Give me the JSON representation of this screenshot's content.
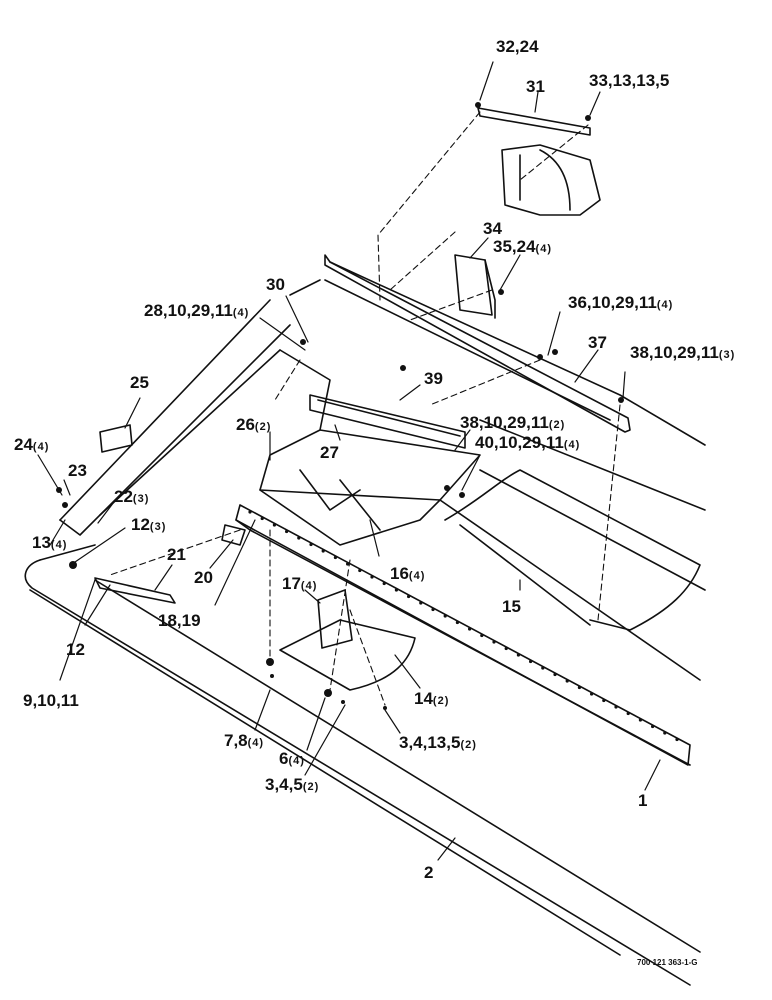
{
  "callouts": [
    {
      "id": "c-32-24",
      "text": "32,24",
      "qty": ""
    },
    {
      "id": "c-31",
      "text": "31",
      "qty": ""
    },
    {
      "id": "c-33-13-13-5",
      "text": "33,13,13,5",
      "qty": ""
    },
    {
      "id": "c-34",
      "text": "34",
      "qty": ""
    },
    {
      "id": "c-35-24",
      "text": "35,24",
      "qty": "(4)"
    },
    {
      "id": "c-30",
      "text": "30",
      "qty": ""
    },
    {
      "id": "c-28-10-29-11",
      "text": "28,10,29,11",
      "qty": "(4)"
    },
    {
      "id": "c-36-10-29-11",
      "text": "36,10,29,11",
      "qty": "(4)"
    },
    {
      "id": "c-37",
      "text": "37",
      "qty": ""
    },
    {
      "id": "c-38-10-29-11-a",
      "text": "38,10,29,11",
      "qty": "(3)"
    },
    {
      "id": "c-25",
      "text": "25",
      "qty": ""
    },
    {
      "id": "c-39",
      "text": "39",
      "qty": ""
    },
    {
      "id": "c-26",
      "text": "26",
      "qty": "(2)"
    },
    {
      "id": "c-38-10-29-11-b",
      "text": "38,10,29,11",
      "qty": "(2)"
    },
    {
      "id": "c-24",
      "text": "24",
      "qty": "(4)"
    },
    {
      "id": "c-27",
      "text": "27",
      "qty": ""
    },
    {
      "id": "c-40-10-29-11",
      "text": "40,10,29,11",
      "qty": "(4)"
    },
    {
      "id": "c-23",
      "text": "23",
      "qty": ""
    },
    {
      "id": "c-22",
      "text": "22",
      "qty": "(3)"
    },
    {
      "id": "c-12a",
      "text": "12",
      "qty": "(3)"
    },
    {
      "id": "c-13",
      "text": "13",
      "qty": "(4)"
    },
    {
      "id": "c-21",
      "text": "21",
      "qty": ""
    },
    {
      "id": "c-20",
      "text": "20",
      "qty": ""
    },
    {
      "id": "c-16",
      "text": "16",
      "qty": "(4)"
    },
    {
      "id": "c-17",
      "text": "17",
      "qty": "(4)"
    },
    {
      "id": "c-15",
      "text": "15",
      "qty": ""
    },
    {
      "id": "c-18-19",
      "text": "18,19",
      "qty": ""
    },
    {
      "id": "c-12b",
      "text": "12",
      "qty": ""
    },
    {
      "id": "c-9-10-11",
      "text": "9,10,11",
      "qty": ""
    },
    {
      "id": "c-14",
      "text": "14",
      "qty": "(2)"
    },
    {
      "id": "c-7-8",
      "text": "7,8",
      "qty": "(4)"
    },
    {
      "id": "c-3-4-13-5",
      "text": "3,4,13,5",
      "qty": "(2)"
    },
    {
      "id": "c-6",
      "text": "6",
      "qty": "(4)"
    },
    {
      "id": "c-3-4-5",
      "text": "3,4,5",
      "qty": "(2)"
    },
    {
      "id": "c-1",
      "text": "1",
      "qty": ""
    },
    {
      "id": "c-2",
      "text": "2",
      "qty": ""
    }
  ],
  "drawing_reference": "700 121 363-1-G"
}
